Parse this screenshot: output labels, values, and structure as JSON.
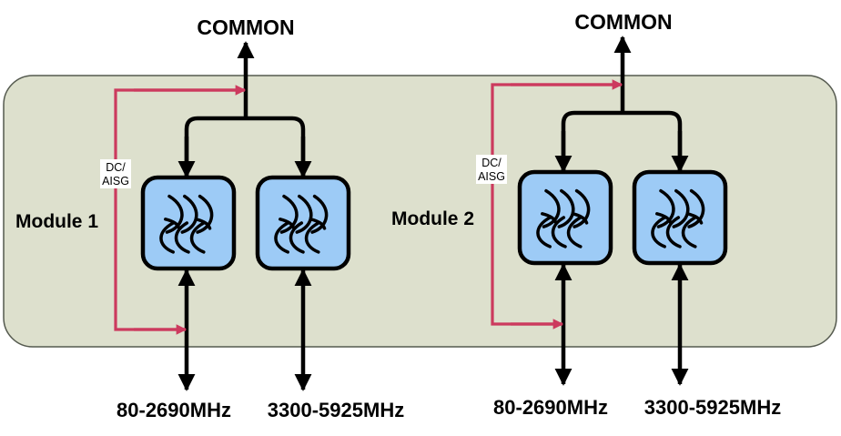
{
  "colors": {
    "panel_fill": "#dde0cd",
    "panel_stroke": "#555a4f",
    "filter_fill": "#9dcbf6",
    "signal_line": "#000000",
    "dc_aisg_line": "#cc3a5e"
  },
  "modules": [
    {
      "name": "Module 1",
      "common_label": "COMMON",
      "dc_label_line1": "DC/",
      "dc_label_line2": "AISG",
      "filters": [
        {
          "icon": "bandpass-filter-icon",
          "port_label": "80-2690MHz"
        },
        {
          "icon": "bandpass-filter-icon",
          "port_label": "3300-5925MHz"
        }
      ]
    },
    {
      "name": "Module 2",
      "common_label": "COMMON",
      "dc_label_line1": "DC/",
      "dc_label_line2": "AISG",
      "filters": [
        {
          "icon": "bandpass-filter-icon",
          "port_label": "80-2690MHz"
        },
        {
          "icon": "bandpass-filter-icon",
          "port_label": "3300-5925MHz"
        }
      ]
    }
  ]
}
